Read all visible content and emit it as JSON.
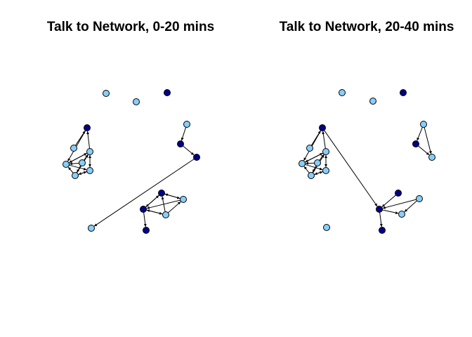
{
  "panels": [
    {
      "title": "Talk to Network, 0-20 mins",
      "nodes": [
        {
          "id": "n1",
          "color": "light"
        },
        {
          "id": "n2",
          "color": "light"
        },
        {
          "id": "n3",
          "color": "dark"
        },
        {
          "id": "n4",
          "color": "dark"
        },
        {
          "id": "n5",
          "color": "light"
        },
        {
          "id": "n6",
          "color": "light"
        },
        {
          "id": "n7",
          "color": "light"
        },
        {
          "id": "n8",
          "color": "light"
        },
        {
          "id": "n9",
          "color": "light"
        },
        {
          "id": "n10",
          "color": "light"
        },
        {
          "id": "n11",
          "color": "dark"
        },
        {
          "id": "n12",
          "color": "light"
        },
        {
          "id": "n13",
          "color": "dark"
        },
        {
          "id": "n14",
          "color": "light"
        },
        {
          "id": "n15",
          "color": "dark"
        },
        {
          "id": "n16",
          "color": "light"
        },
        {
          "id": "n17",
          "color": "dark"
        },
        {
          "id": "n18",
          "color": "light"
        }
      ],
      "edges": [
        [
          "n5",
          "n4"
        ],
        [
          "n4",
          "n7"
        ],
        [
          "n6",
          "n4"
        ],
        [
          "n6",
          "n7"
        ],
        [
          "n7",
          "n6"
        ],
        [
          "n6",
          "n8"
        ],
        [
          "n8",
          "n6"
        ],
        [
          "n7",
          "n8"
        ],
        [
          "n9",
          "n7"
        ],
        [
          "n9",
          "n6"
        ],
        [
          "n10",
          "n8"
        ],
        [
          "n10",
          "n6"
        ],
        [
          "n9",
          "n10"
        ],
        [
          "n10",
          "n7"
        ],
        [
          "n8",
          "n10"
        ],
        [
          "n12",
          "n11"
        ],
        [
          "n11",
          "n13"
        ],
        [
          "n13",
          "n14"
        ],
        [
          "n15",
          "n16"
        ],
        [
          "n16",
          "n15"
        ],
        [
          "n15",
          "n17"
        ],
        [
          "n17",
          "n18"
        ],
        [
          "n18",
          "n15"
        ],
        [
          "n17",
          "n15"
        ],
        [
          "n18",
          "n17"
        ],
        [
          "n16",
          "n17"
        ],
        [
          "n18",
          "n16"
        ]
      ]
    },
    {
      "title": "Talk to Network, 20-40 mins",
      "nodes": [
        {
          "id": "m1",
          "color": "light"
        },
        {
          "id": "m2",
          "color": "light"
        },
        {
          "id": "m3",
          "color": "dark"
        },
        {
          "id": "m4",
          "color": "dark"
        },
        {
          "id": "m5",
          "color": "light"
        },
        {
          "id": "m6",
          "color": "light"
        },
        {
          "id": "m7",
          "color": "light"
        },
        {
          "id": "m8",
          "color": "light"
        },
        {
          "id": "m9",
          "color": "light"
        },
        {
          "id": "m10",
          "color": "light"
        },
        {
          "id": "m11",
          "color": "light"
        },
        {
          "id": "m12",
          "color": "dark"
        },
        {
          "id": "m13",
          "color": "light"
        },
        {
          "id": "m14",
          "color": "dark"
        },
        {
          "id": "m15",
          "color": "dark"
        },
        {
          "id": "m16",
          "color": "light"
        },
        {
          "id": "m17",
          "color": "light"
        },
        {
          "id": "m18",
          "color": "dark"
        }
      ],
      "edges": [
        [
          "m4",
          "m7"
        ],
        [
          "m5",
          "m4"
        ],
        [
          "m6",
          "m4"
        ],
        [
          "m6",
          "m7"
        ],
        [
          "m7",
          "m6"
        ],
        [
          "m6",
          "m8"
        ],
        [
          "m8",
          "m6"
        ],
        [
          "m7",
          "m8"
        ],
        [
          "m9",
          "m7"
        ],
        [
          "m9",
          "m6"
        ],
        [
          "m10",
          "m8"
        ],
        [
          "m10",
          "m6"
        ],
        [
          "m9",
          "m10"
        ],
        [
          "m10",
          "m7"
        ],
        [
          "m8",
          "m10"
        ],
        [
          "m11",
          "m12"
        ],
        [
          "m11",
          "m13"
        ],
        [
          "m12",
          "m13"
        ],
        [
          "m4",
          "m15"
        ],
        [
          "m14",
          "m15"
        ],
        [
          "m15",
          "m16"
        ],
        [
          "m17",
          "m15"
        ],
        [
          "m15",
          "m18"
        ],
        [
          "m17",
          "m16"
        ]
      ]
    }
  ],
  "colors": {
    "light_node": "#87CEFA",
    "dark_node": "#00008B",
    "node_stroke": "#000000",
    "edge": "#000000",
    "background": "#FFFFFF"
  }
}
